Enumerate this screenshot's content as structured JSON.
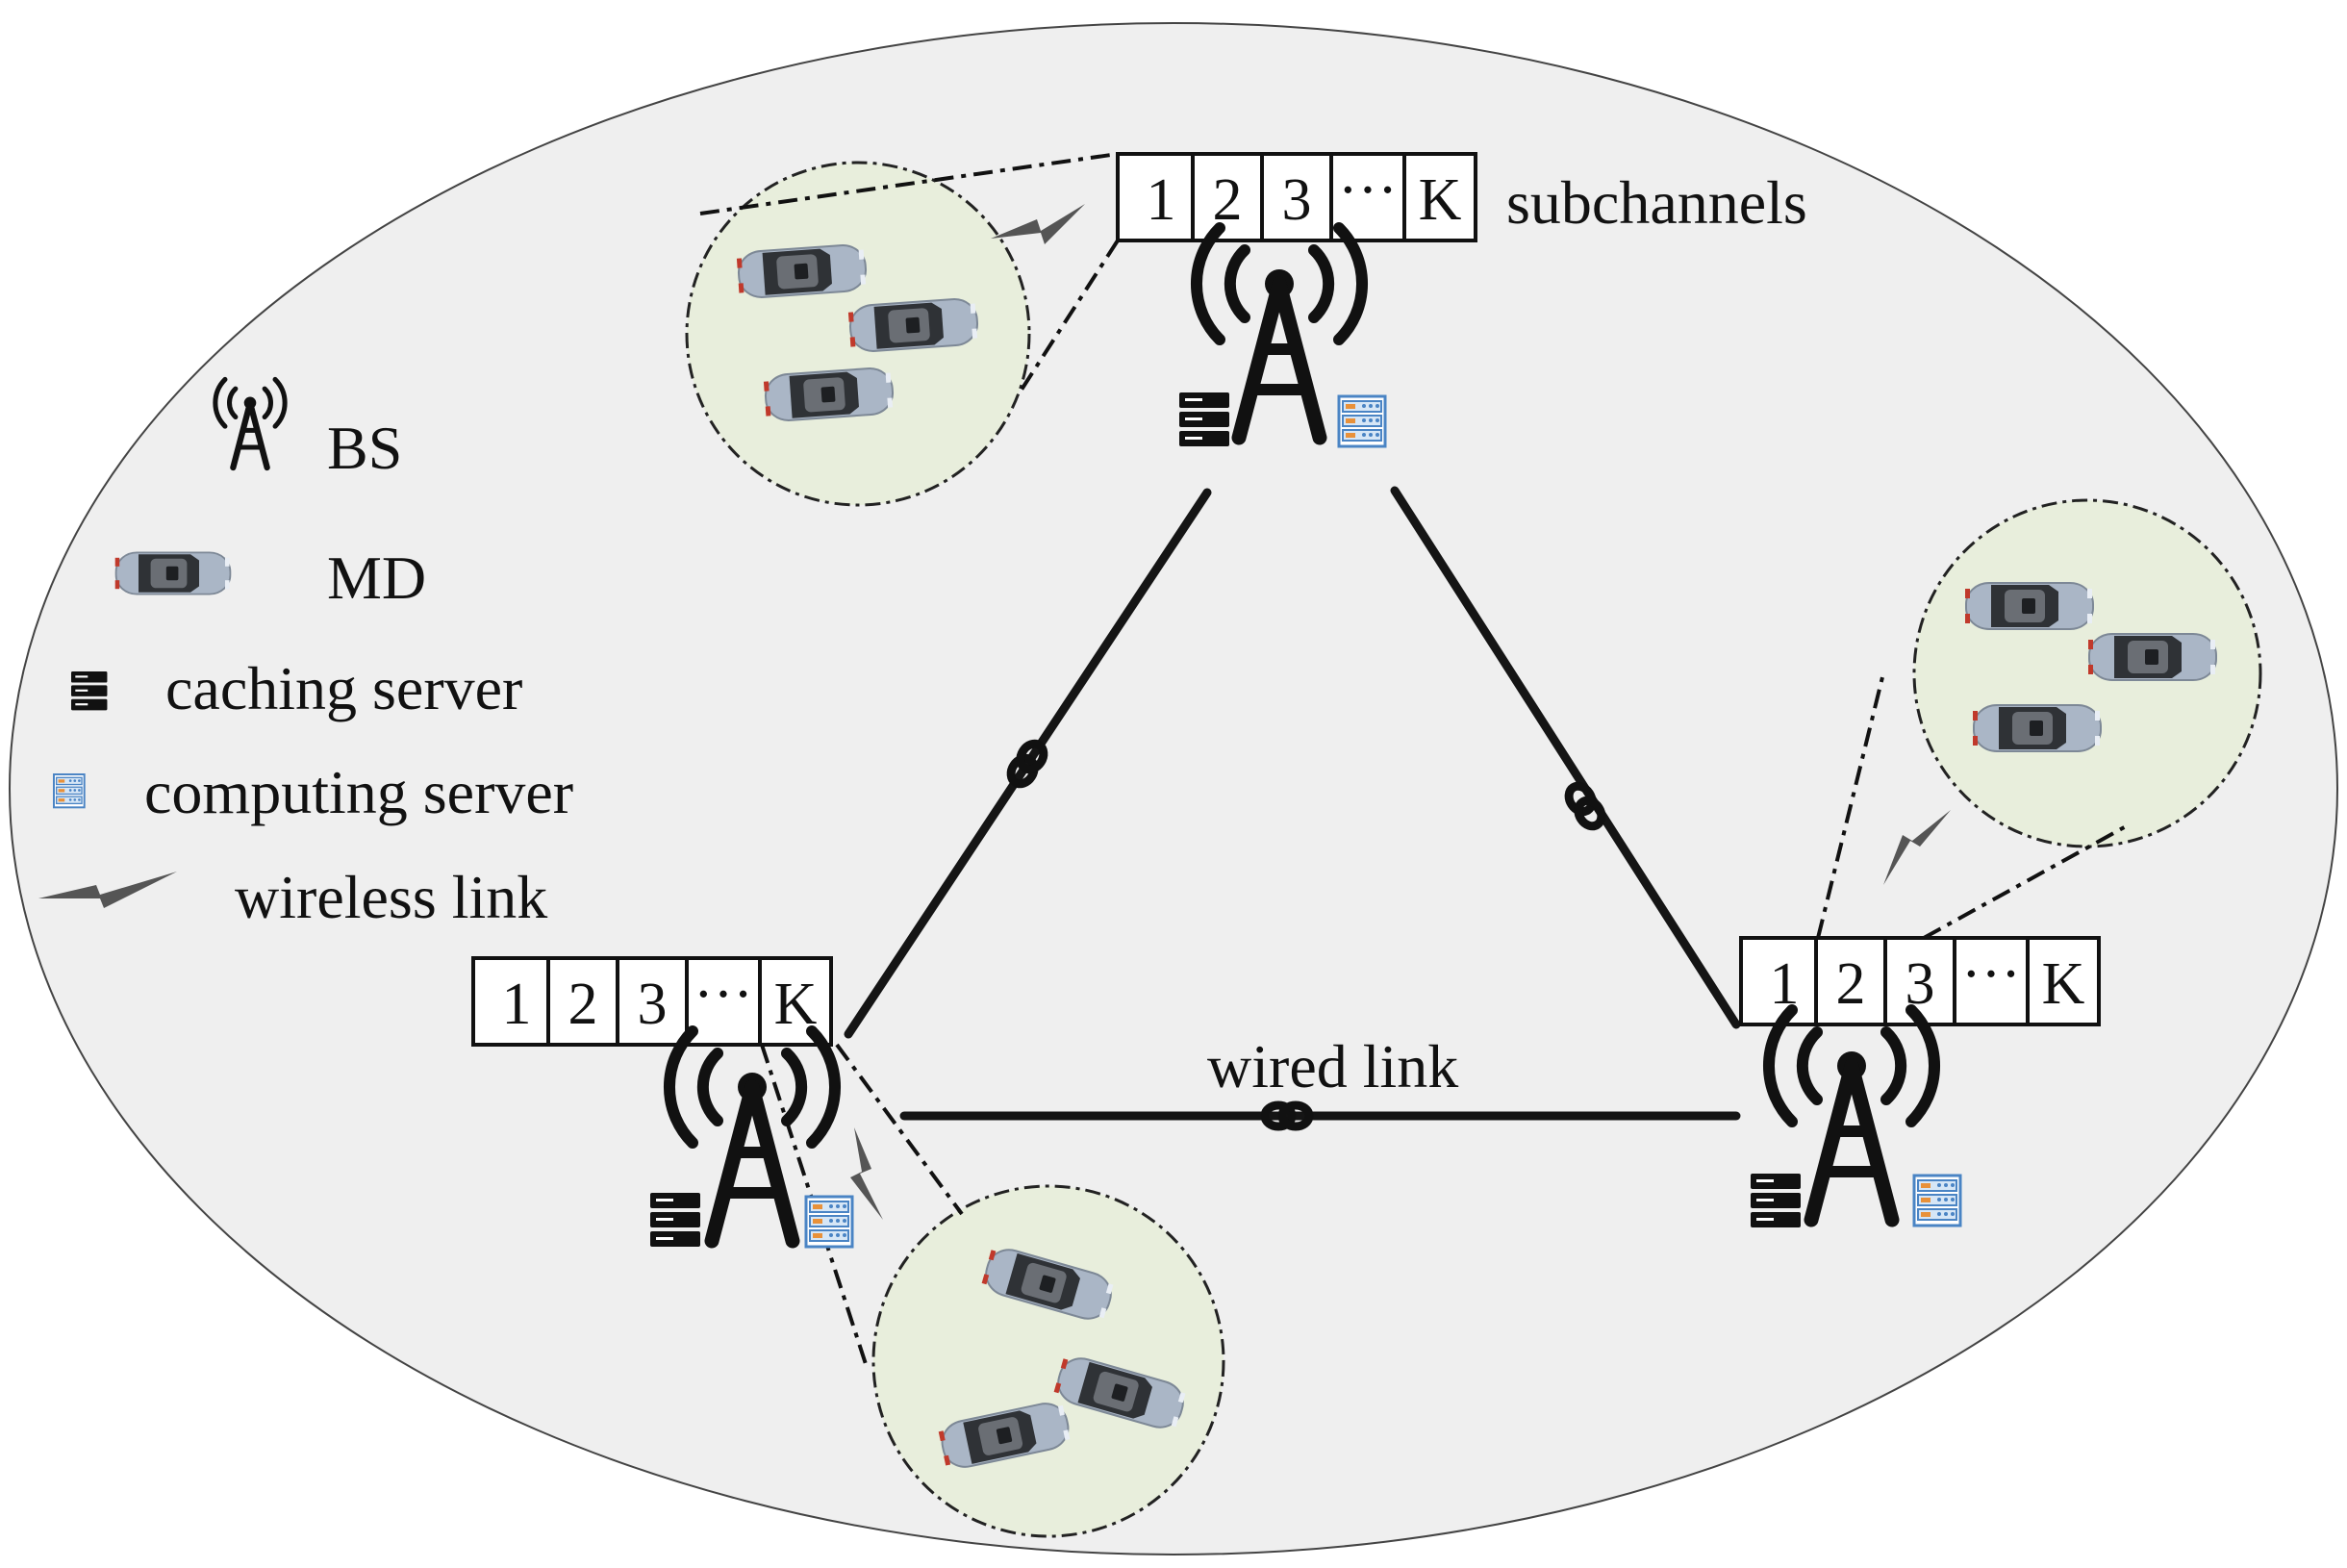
{
  "legend": {
    "bs_label": "BS",
    "md_label": "MD",
    "caching_label": "caching server",
    "computing_label": "computing server",
    "wireless_label": "wireless link"
  },
  "subchannels": {
    "cells": [
      "1",
      "2",
      "3",
      "···",
      "K"
    ],
    "label": "subchannels"
  },
  "links": {
    "wired_label": "wired link"
  },
  "icons": {
    "bs": "antenna-tower-icon",
    "md": "car-icon",
    "caching": "server-rack-icon",
    "computing": "computing-server-icon",
    "wireless": "lightning-link-icon",
    "wired": "cable-connector-icon"
  },
  "colors": {
    "background": "#efefef",
    "coverage": "#e8eedc",
    "stroke": "#1a1a1a",
    "car_body": "#aab6c6",
    "car_window": "#4a4d52",
    "car_light": "#c0392b",
    "computing_blue": "#4a84c4",
    "computing_orange": "#e8913a"
  }
}
